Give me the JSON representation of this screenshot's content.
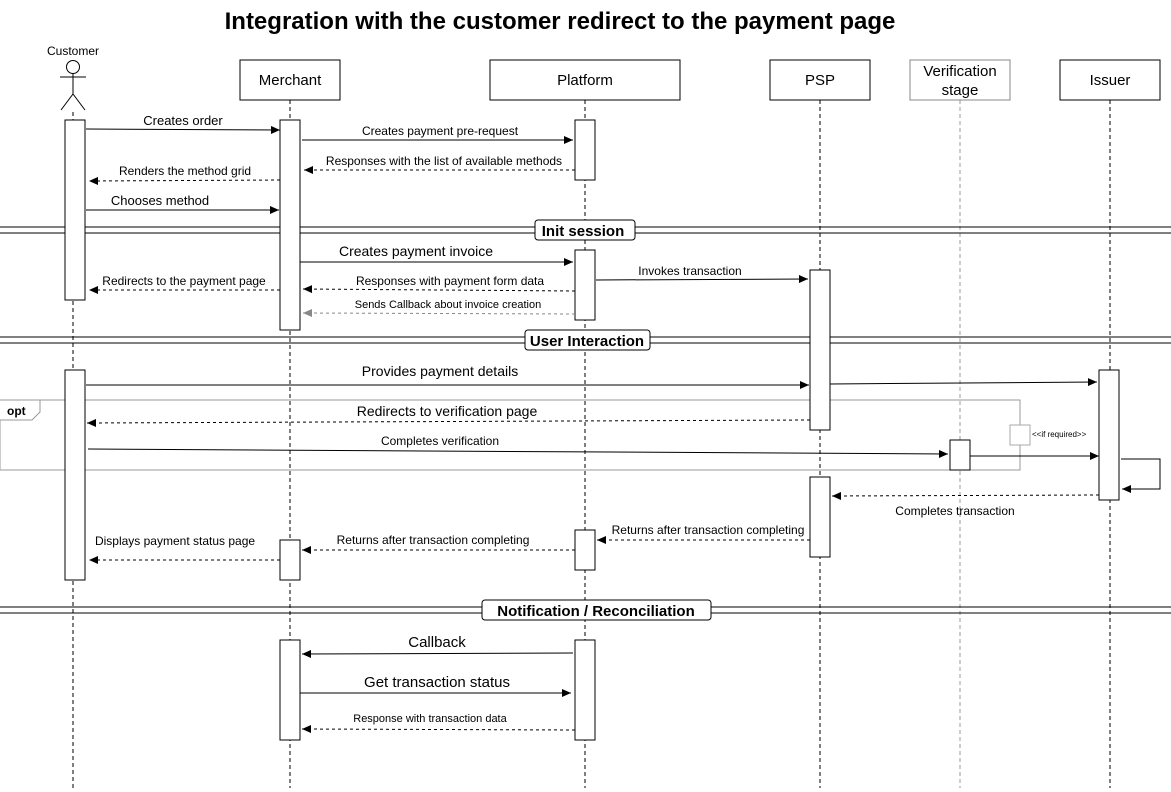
{
  "title": "Integration with the customer redirect to the payment page",
  "participants": {
    "customer": "Customer",
    "merchant": "Merchant",
    "platform": "Platform",
    "psp": "PSP",
    "verification": [
      "Verification",
      "stage"
    ],
    "issuer": "Issuer"
  },
  "sections": {
    "init_session": "Init session",
    "user_interaction": "User Interaction",
    "notification": "Notification / Reconciliation"
  },
  "opt_label": "opt",
  "if_required": "<<if required>>",
  "messages": {
    "creates_order": "Creates order",
    "creates_prerequest": "Creates payment pre-request",
    "responses_methods": "Responses with the list of available methods",
    "renders_grid": "Renders the method grid",
    "chooses_method": "Chooses method",
    "creates_invoice": "Creates payment invoice",
    "redirects_payment_page": "Redirects to the payment page",
    "responses_form": "Responses with payment form data",
    "invokes_transaction": "Invokes transaction",
    "sends_callback_invoice": "Sends Callback about invoice creation",
    "provides_details": "Provides payment details",
    "redirects_verification": "Redirects to verification page",
    "completes_verification": "Completes verification",
    "completes_transaction": "Completes transaction",
    "returns_psp": "Returns after transaction completing",
    "returns_platform": "Returns after transaction completing",
    "displays_status": "Displays payment status page",
    "callback": "Callback",
    "get_status": "Get transaction status",
    "response_data": "Response with transaction data"
  }
}
